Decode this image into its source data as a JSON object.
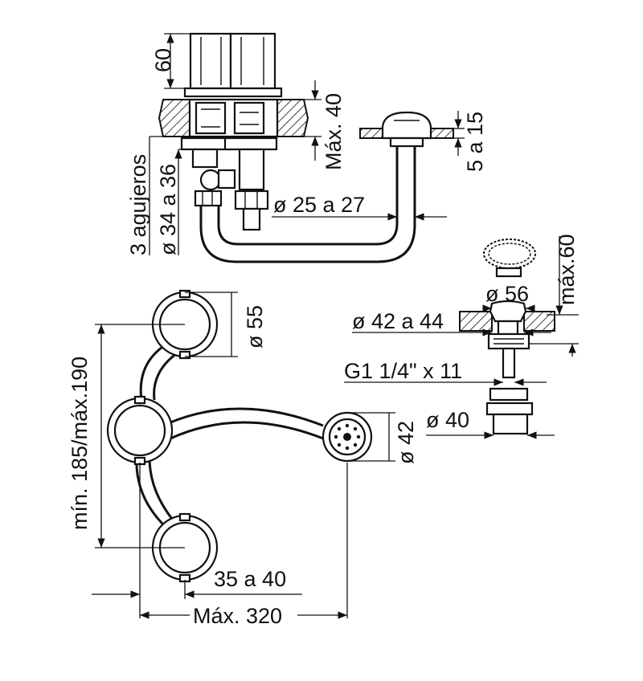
{
  "labels": {
    "height_60": "60",
    "max_40": "Máx. 40",
    "range_5_15": "5 a 15",
    "holes": "3 agujeros",
    "hole_diameter": "ø 34 a 36",
    "pipe_diameter": "ø 25 a 27",
    "max_60": "máx.60",
    "diameter_56": "ø 56",
    "diameter_42_44": "ø 42 a 44",
    "thread": "G1 1/4\" x 11",
    "diameter_40": "ø 40",
    "diameter_55": "ø 55",
    "diameter_42": "ø 42",
    "min_max_185_190": "mín. 185/máx.190",
    "range_35_40": "35 a 40",
    "max_320": "Máx. 320"
  }
}
